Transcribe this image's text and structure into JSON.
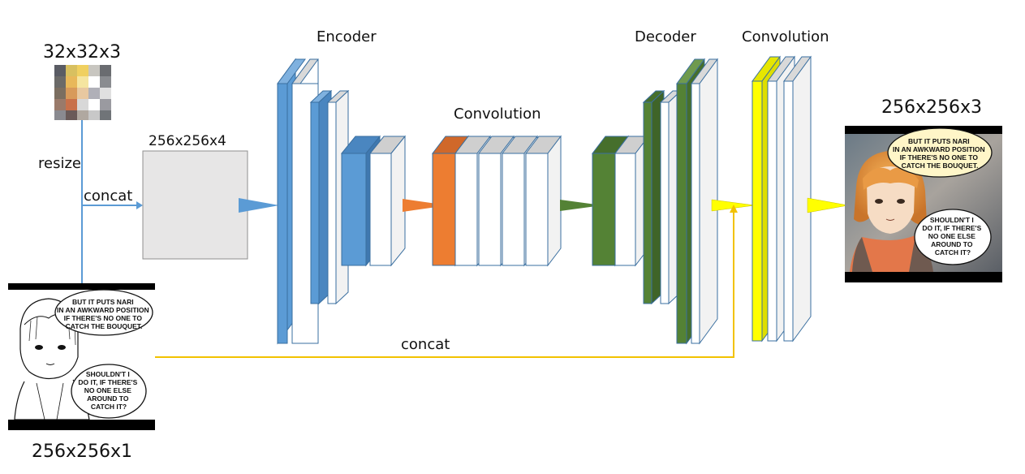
{
  "labels": {
    "input_small_dim": "32x32x3",
    "input_gray_dim": "256x256x1",
    "output_dim": "256x256x3",
    "concat_dim": "256x256x4",
    "resize": "resize",
    "concat_top": "concat",
    "concat_bottom": "concat",
    "encoder": "Encoder",
    "middle_convolution": "Convolution",
    "decoder": "Decoder",
    "final_convolution": "Convolution"
  },
  "speech_bubbles": {
    "top": [
      "BUT IT PUTS NARI",
      "IN AN AWKWARD POSITION",
      "IF THERE'S NO ONE TO",
      "CATCH THE BOUQUET."
    ],
    "bottom": [
      "SHOULDN'T I",
      "DO IT, IF THERE'S",
      "NO ONE ELSE",
      "AROUND TO",
      "CATCH IT?"
    ]
  },
  "colors": {
    "encoder_blue": "#5b9bd5",
    "conv_orange": "#ed7d31",
    "decoder_green": "#548235",
    "output_yellow": "#ffff00",
    "concat_line_yellow": "#f2c200",
    "resize_line_blue": "#5b9bd5",
    "concat_box_gray": "#e7e6e6"
  }
}
